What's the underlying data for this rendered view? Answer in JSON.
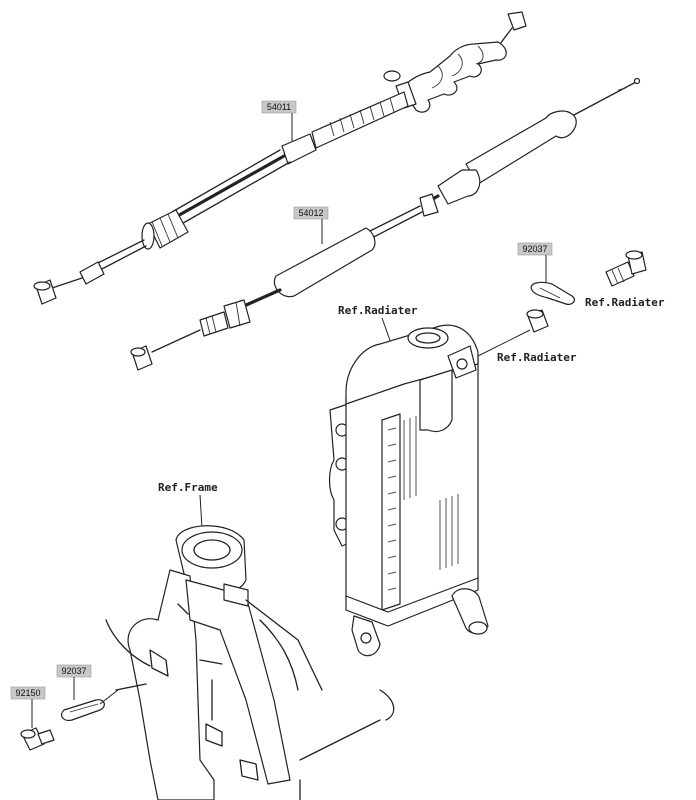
{
  "part_labels": {
    "clutch_cable": "54011",
    "throttle_cable": "54012",
    "clamp_upper": "92037",
    "clamp_lower": "92037",
    "bolt": "92150"
  },
  "reference_labels": {
    "radiator_main": "Ref.Radiater",
    "radiator_bolt": "Ref.Radiater",
    "radiator_nut": "Ref.Radiater",
    "frame": "Ref.Frame"
  }
}
